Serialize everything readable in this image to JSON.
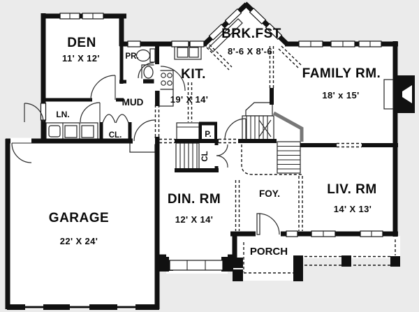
{
  "meta": {
    "title": "First floor plan drawing"
  },
  "colors": {
    "background": "#ebebeb",
    "floor": "#ffffff",
    "wall": "#111111",
    "gray_wall": "#777777"
  },
  "rooms": {
    "den": {
      "label": "DEN",
      "dims": "11' X 12'"
    },
    "kitchen": {
      "label": "KIT.",
      "dims": "19' X 14'"
    },
    "breakfast": {
      "label": "BRK.FST",
      "dims": "8'-6 X 8'-6"
    },
    "family": {
      "label": "FAMILY RM.",
      "dims": "18' x 15'"
    },
    "garage": {
      "label": "GARAGE",
      "dims": "22' X 24'"
    },
    "dining": {
      "label": "DIN. RM",
      "dims": "12' X 14'"
    },
    "living": {
      "label": "LIV. RM",
      "dims": "14' X 13'"
    },
    "foyer": {
      "label": "FOY."
    },
    "porch": {
      "label": "PORCH"
    },
    "mud": {
      "label": "MUD"
    },
    "laundry": {
      "label": "LN."
    },
    "powder": {
      "label": "PR."
    },
    "pantry": {
      "label": "P."
    },
    "closet_mud": {
      "label": "CL."
    },
    "closet_foyer": {
      "label": "CL"
    }
  }
}
